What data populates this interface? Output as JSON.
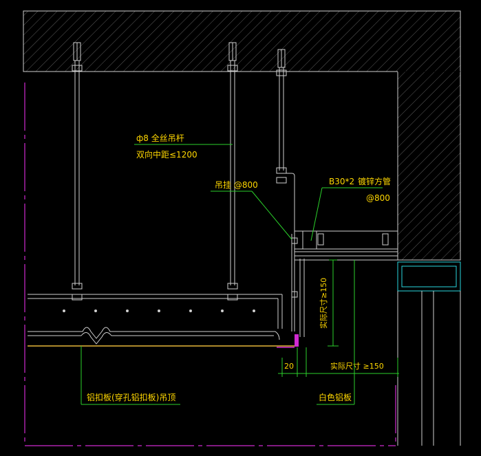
{
  "labels": {
    "rod_spec": "ф8 全丝吊杆",
    "rod_spacing": "双向中距≤1200",
    "hanger": "吊挂 @800",
    "tube_size": "B30*2",
    "tube_name": "镀锌方管",
    "tube_spacing": "@800",
    "vertical_dim": "实际尺寸≥150",
    "horizontal_dim": "实际尺寸 ≥150",
    "gap_dim": "20",
    "ceiling_name": "铝扣板(穿孔铝扣板)吊顶",
    "white_panel": "白色铝板"
  },
  "colors": {
    "background": "#000000",
    "concrete_outline": "#cfcfcf",
    "hatch": "#6a6a6a",
    "leader": "#2bd12b",
    "text": "#ffd700",
    "dimension": "#2bd12b",
    "boundary": "#d02ad0",
    "panel_line": "#e8b83a",
    "cyan_frame": "#2ad7e0",
    "white_line": "#dddddd"
  }
}
